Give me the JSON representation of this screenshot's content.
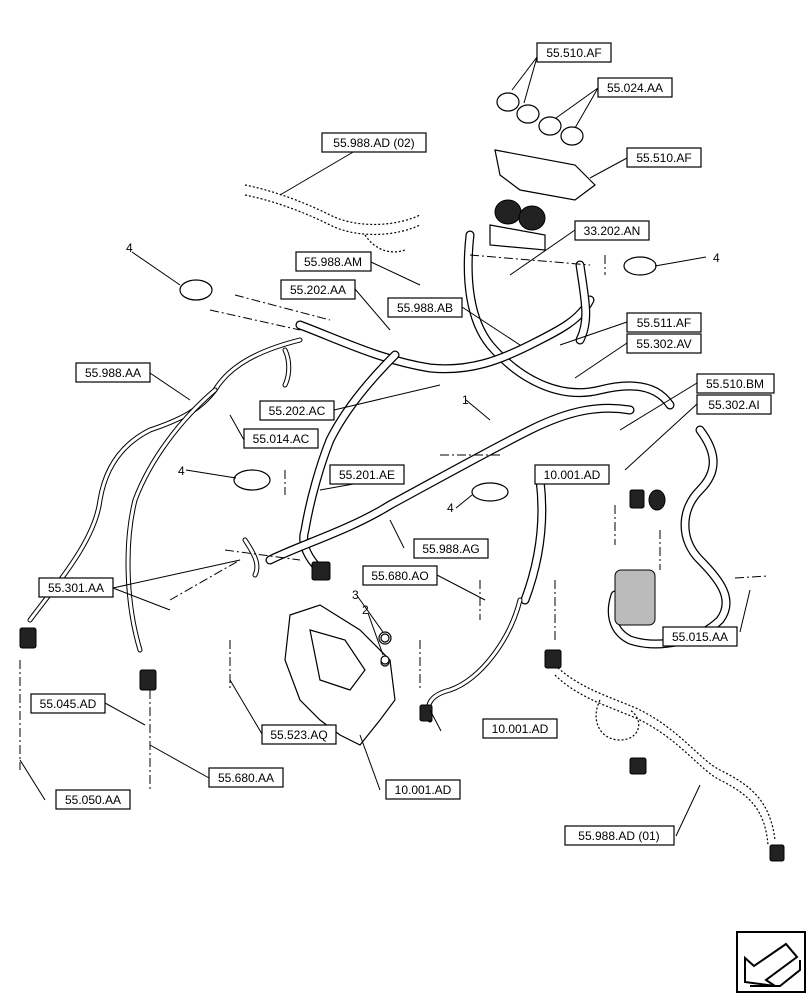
{
  "labels": {
    "l_55510AF_top": "55.510.AF",
    "l_55024AA": "55.024.AA",
    "l_55510AF_mid": "55.510.AF",
    "l_55988AD02": "55.988.AD (02)",
    "l_33202AN": "33.202.AN",
    "l_55988AM": "55.988.AM",
    "l_55202AA": "55.202.AA",
    "l_55988AB": "55.988.AB",
    "l_55511AF": "55.511.AF",
    "l_55302AV": "55.302.AV",
    "l_55988AA": "55.988.AA",
    "l_55510BM": "55.510.BM",
    "l_55302AI": "55.302.AI",
    "l_55202AC": "55.202.AC",
    "l_55014AC": "55.014.AC",
    "l_55201AE": "55.201.AE",
    "l_10001AD_r": "10.001.AD",
    "l_55988AG": "55.988.AG",
    "l_55301AA": "55.301.AA",
    "l_55680AO": "55.680.AO",
    "l_55015AA": "55.015.AA",
    "l_55045AD": "55.045.AD",
    "l_55523AQ": "55.523.AQ",
    "l_10001AD_m": "10.001.AD",
    "l_55680AA": "55.680.AA",
    "l_10001AD_b": "10.001.AD",
    "l_55050AA": "55.050.AA",
    "l_55988AD01": "55.988.AD (01)"
  },
  "callouts": {
    "c4_left": "4",
    "c4_right": "4",
    "c4_mid": "4",
    "c4_center": "4",
    "c1": "1",
    "c2": "2",
    "c3": "3"
  },
  "icons": {
    "nav": "next-page-arrow-icon"
  }
}
